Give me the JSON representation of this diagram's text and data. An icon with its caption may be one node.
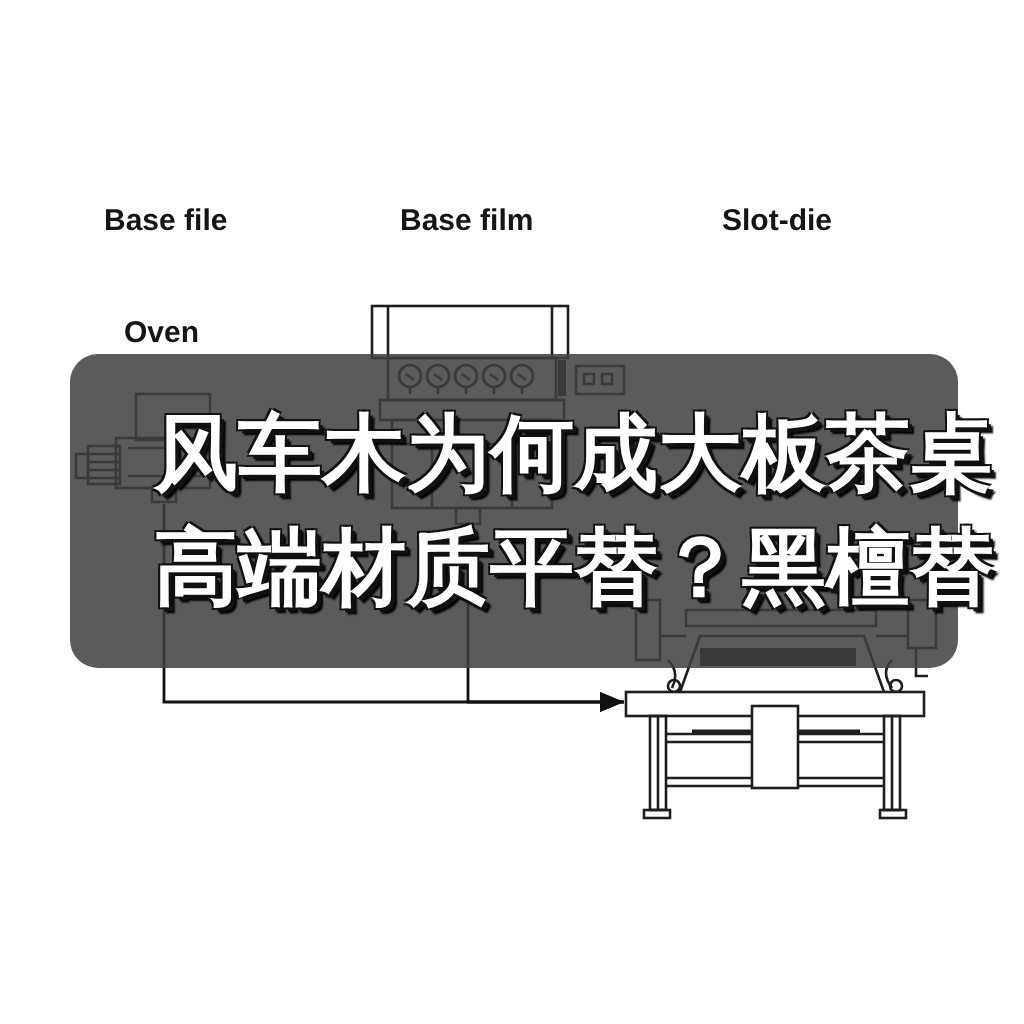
{
  "diagram": {
    "title": "风车木为何成大板茶桌高端材质平替？黑檀替",
    "nodes": [
      {
        "text": [],
        "shape": "picture"
      },
      {
        "text": [],
        "shape": "picture"
      },
      {
        "text": [],
        "shape": "picture"
      }
    ],
    "edges": [
      {
        "from": 0,
        "to": 2,
        "arrow": "to"
      },
      {
        "from": 1,
        "to": 2,
        "arrow": "to"
      }
    ],
    "labels": [
      "Base file",
      "Base film",
      "Slot-die",
      "Oven"
    ]
  }
}
